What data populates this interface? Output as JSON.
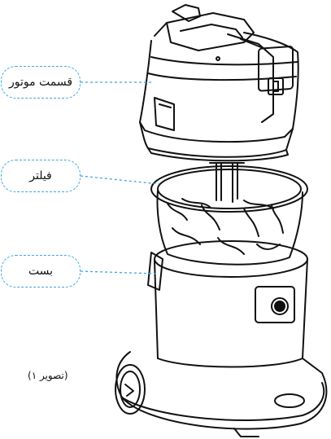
{
  "callouts": {
    "motor": "قسمت موتور",
    "filter": "فیلتر",
    "body": "بست"
  },
  "caption": "(تصویر ۱)",
  "colors": {
    "callout_border": "#3aa8dd",
    "outline": "#111111"
  },
  "icons": [
    "vacuum-motor-head",
    "filter-bag",
    "tank-body",
    "power-switch",
    "wheel"
  ]
}
